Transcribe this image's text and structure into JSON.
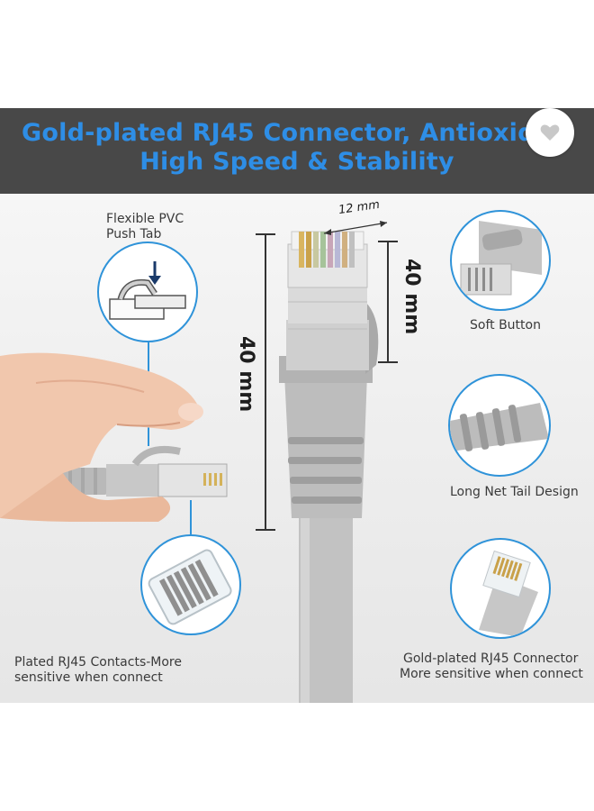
{
  "banner": {
    "line1": "Gold-plated RJ45 Connector, Antioxida",
    "line2": "High Speed & Stability"
  },
  "labels": {
    "push_tab": "Flexible PVC\nPush Tab",
    "soft_button": "Soft Button",
    "long_tail": "Long Net Tail Design",
    "plated_contacts_1": "Plated RJ45 Contacts-More",
    "plated_contacts_2": "sensitive when connect",
    "gold_connector_1": "Gold-plated RJ45 Connector",
    "gold_connector_2": "More sensitive when connect"
  },
  "dimensions": {
    "width": "12 mm",
    "height_right": "40 mm",
    "height_left": "40 mm"
  },
  "icons": [
    "heart-icon"
  ],
  "colors": {
    "banner_bg": "#484848",
    "banner_text": "#2e8ee6",
    "circle_border": "#2f93d9",
    "cable": "#bdbdbd"
  }
}
